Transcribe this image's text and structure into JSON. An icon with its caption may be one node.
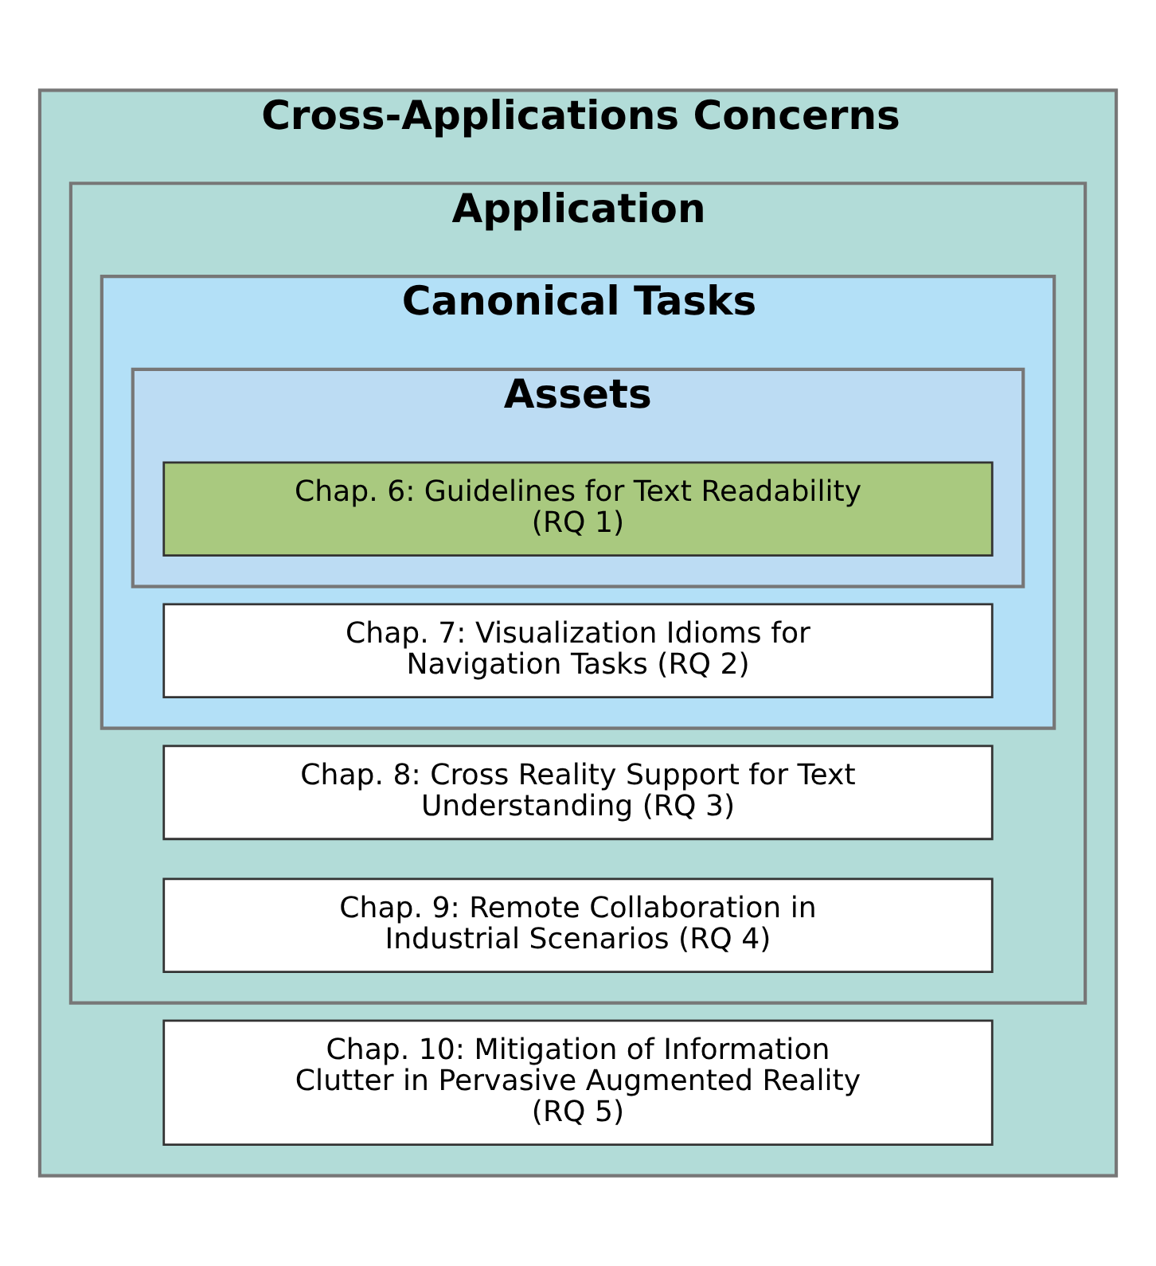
{
  "diagram": {
    "nodes": [
      {
        "text": [
          "Cross-Applications Concerns"
        ]
      },
      {
        "text": [
          "Application"
        ],
        "in": 0
      },
      {
        "text": [
          "Canonical Tasks"
        ],
        "in": 1
      },
      {
        "text": [
          "Assets"
        ],
        "in": 2
      },
      {
        "text": [
          "Chap. 6: Guidelines for Text Readability (RQ 1)"
        ],
        "in": 3
      },
      {
        "text": [
          "Chap. 7: Visualization Idioms for Navigation Tasks (RQ 2)"
        ],
        "in": 2
      },
      {
        "text": [
          "Chap. 8: Cross Reality Support for Text Understanding (RQ 3)"
        ],
        "in": 1
      },
      {
        "text": [
          "Chap. 9: Remote Collaboration in Industrial Scenarios (RQ 4)"
        ],
        "in": 1
      },
      {
        "text": [
          "Chap. 10: Mitigation of Information Clutter in Pervasive Augmented Reality (RQ 5)"
        ],
        "in": 0
      }
    ]
  }
}
